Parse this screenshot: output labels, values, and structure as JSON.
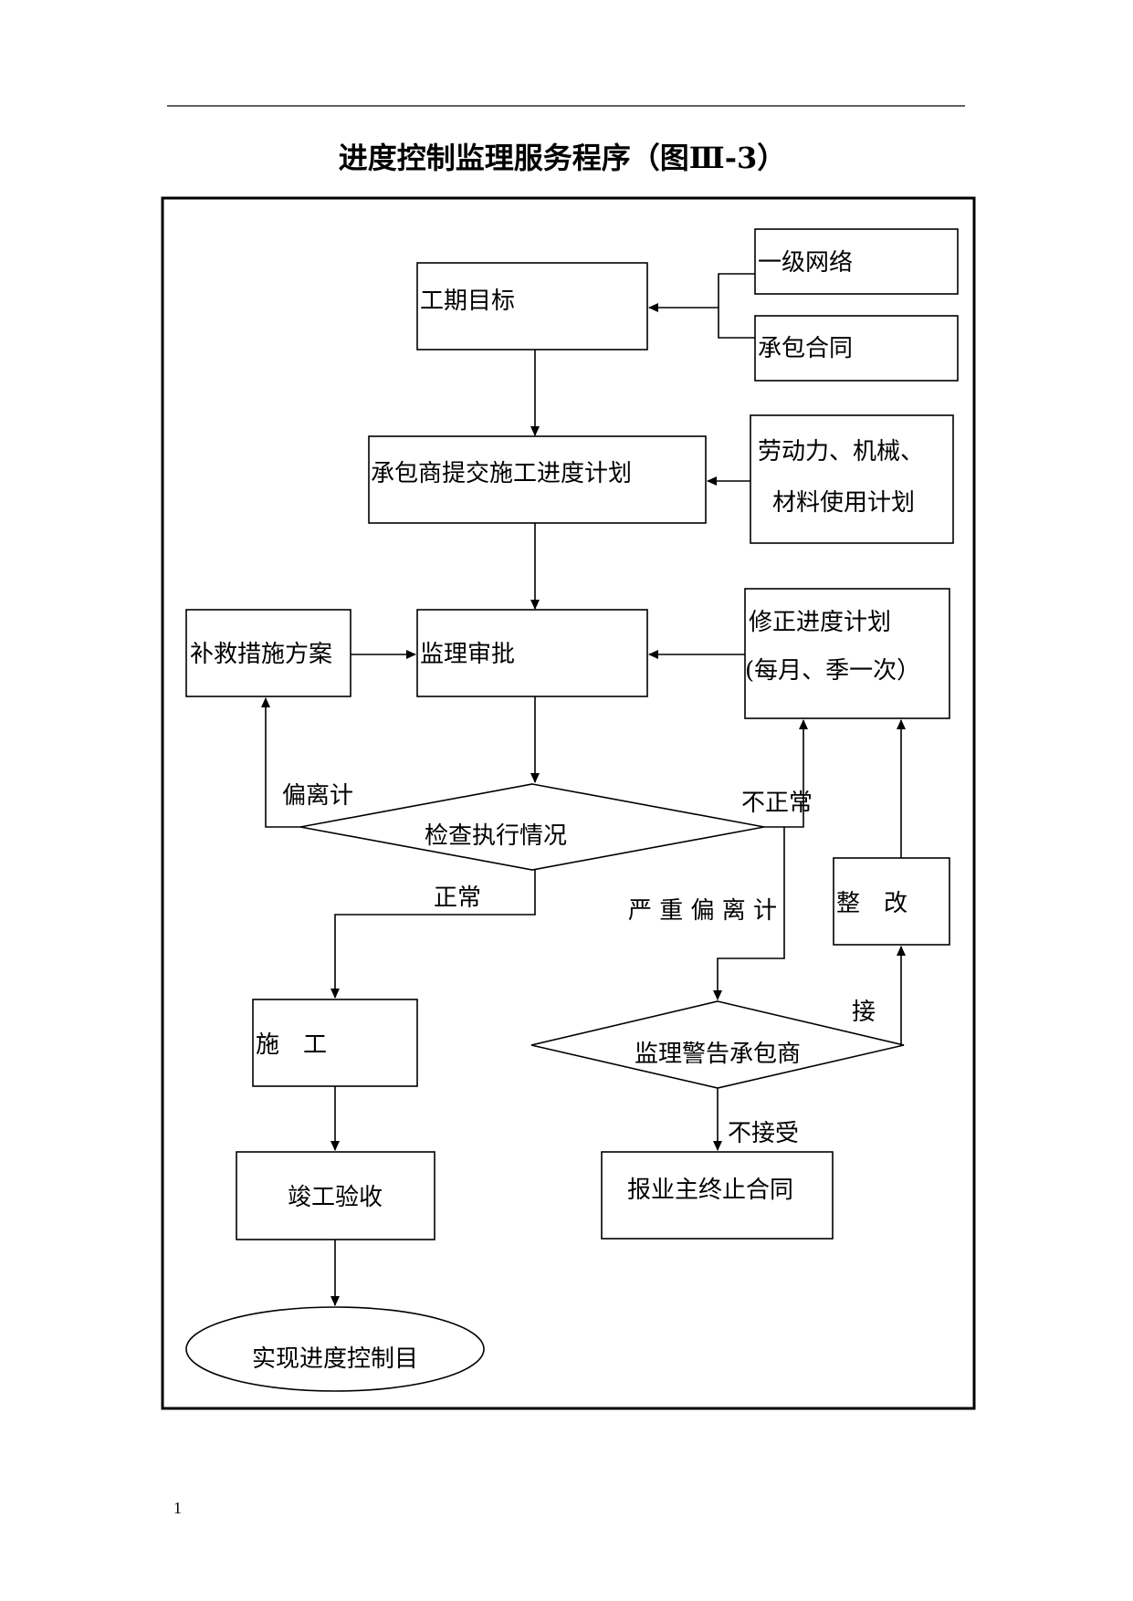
{
  "title": "进度控制监理服务程序（图Ⅲ-3）",
  "page_number": "1",
  "nodes": {
    "level1_network": "一级网络",
    "contract": "承包合同",
    "schedule_goal": "工期目标",
    "resource_plan_line1": "劳动力、机械、",
    "resource_plan_line2": "材料使用计划",
    "submit_plan": "承包商提交施工进度计划",
    "remedy_plan": "补救措施方案",
    "approval": "监理审批",
    "revise_plan_line1": "修正进度计划",
    "revise_plan_line2": "(每月、季一次）",
    "check": "检查执行情况",
    "rectify": "整　改",
    "construction": "施　工",
    "warning": "监理警告承包商",
    "acceptance": "竣工验收",
    "terminate": "报业主终止合同",
    "goal_achieved": "实现进度控制目"
  },
  "edge_labels": {
    "deviation": "偏离计",
    "abnormal": "不正常",
    "normal": "正常",
    "serious_deviation": "严 重 偏 离 计",
    "accept": "接",
    "not_accept": "不接受"
  }
}
